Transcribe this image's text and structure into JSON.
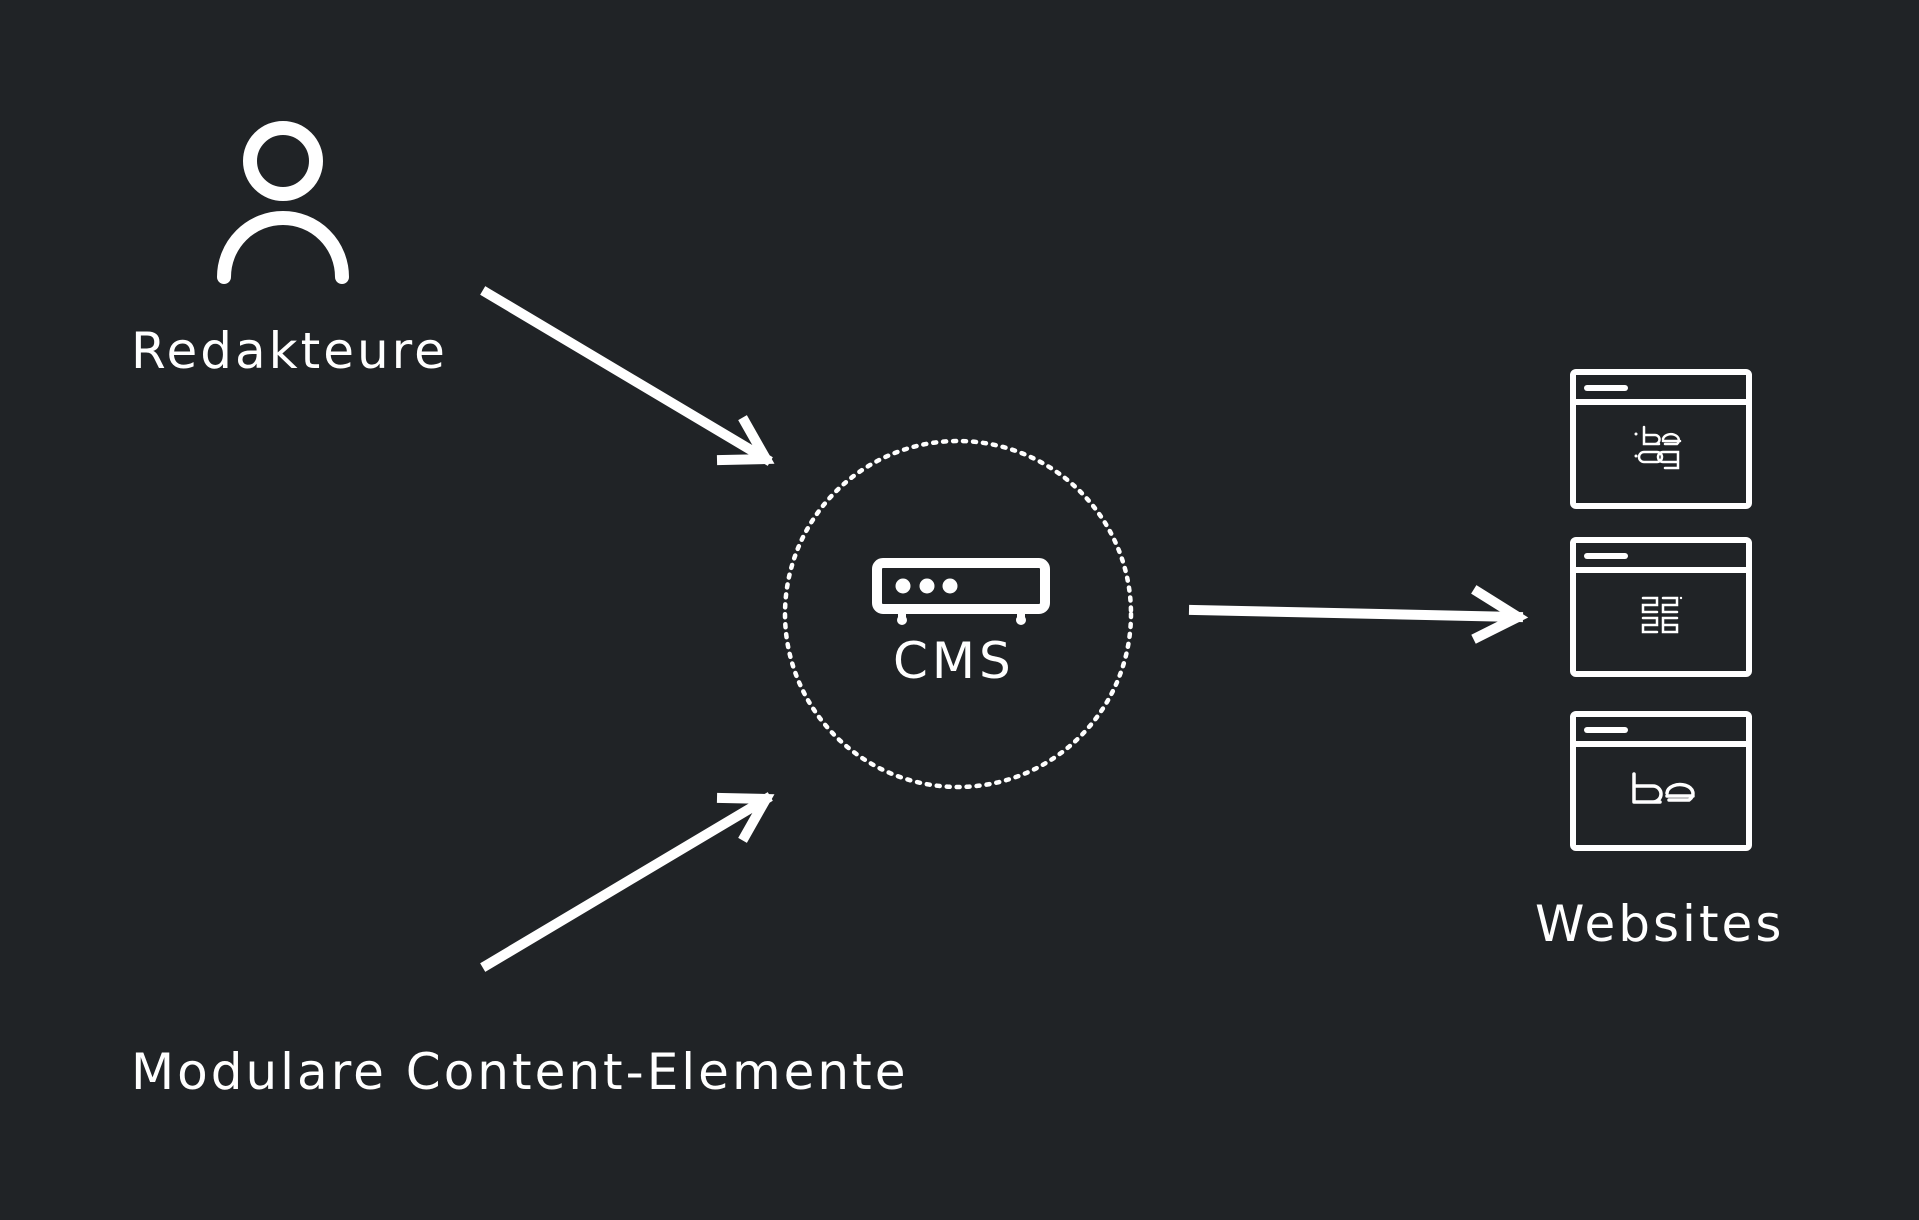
{
  "diagram": {
    "sources": [
      {
        "id": "redakteure",
        "label": "Redakteure",
        "icon": "person-icon"
      },
      {
        "id": "modulare",
        "label": "Modulare Content-Elemente"
      }
    ],
    "hub": {
      "label": "CMS",
      "icon": "server-icon"
    },
    "target": {
      "label": "Websites",
      "items": [
        {
          "icon": "browser-window-icon",
          "logo": "be ag"
        },
        {
          "icon": "browser-window-icon",
          "logo": "22 26"
        },
        {
          "icon": "browser-window-icon",
          "logo": "be"
        }
      ]
    },
    "edges": [
      {
        "from": "Redakteure",
        "to": "CMS"
      },
      {
        "from": "Modulare Content-Elemente",
        "to": "CMS"
      },
      {
        "from": "CMS",
        "to": "Websites"
      }
    ],
    "colors": {
      "background": "#202326",
      "foreground": "#ffffff"
    }
  }
}
